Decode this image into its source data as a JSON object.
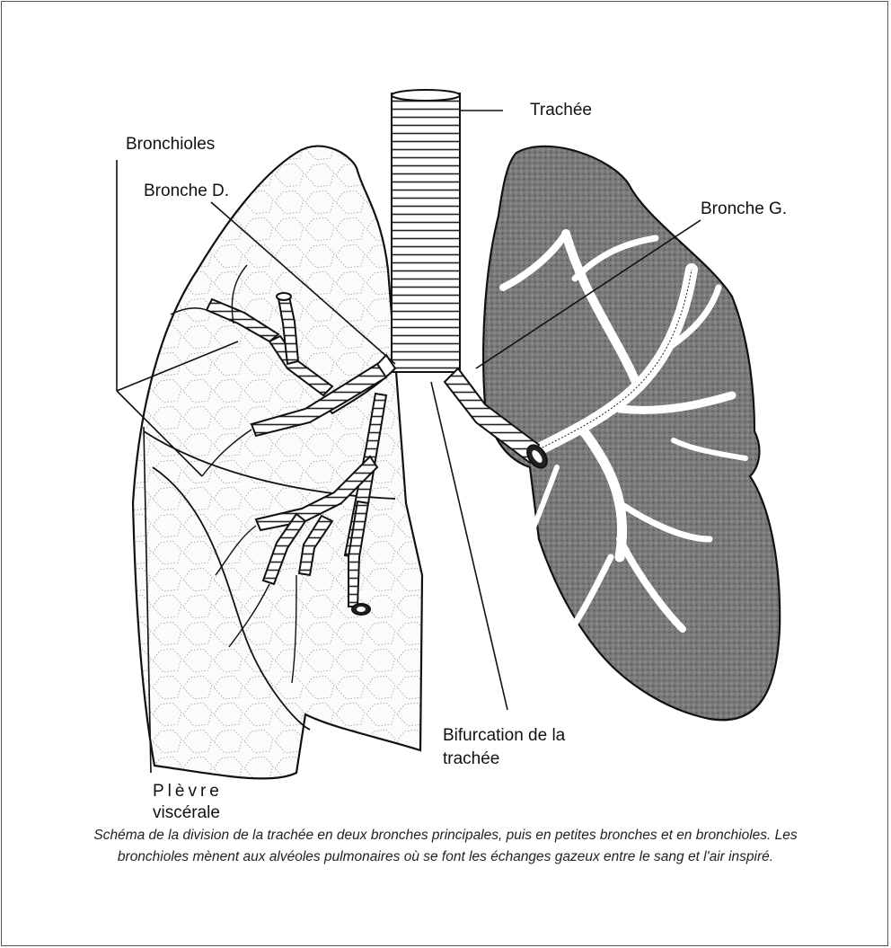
{
  "labels": {
    "trachee": "Trachée",
    "bronchioles": "Bronchioles",
    "bronche_d": "Bronche D.",
    "bronche_g": "Bronche G.",
    "bifurcation_line1": "Bifurcation de la",
    "bifurcation_line2": "trachée",
    "plevre_line1": "Plèvre",
    "plevre_line2": "viscérale"
  },
  "caption": {
    "line1": "Schéma de la division de la trachée en deux bronches principales, puis en petites bronches et en bronchioles.  Les",
    "line2": "bronchioles mènent aux alvéoles pulmonaires où se font les échanges gazeux entre le sang et l'air inspiré."
  },
  "colors": {
    "left_lung_fill": "#f2f2f2",
    "right_lung_fill": "#8a8a8a",
    "line": "#111111"
  }
}
